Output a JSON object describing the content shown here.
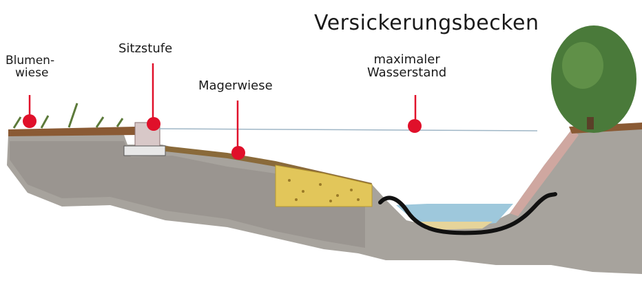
{
  "title": "Versickerungsbecken",
  "labels": {
    "blumenwiese_line1": "Blumen-",
    "blumenwiese_line2": "wiese",
    "sitzstufe": "Sitzstufe",
    "magerwiese": "Magerwiese",
    "wasserstand_line1": "maximaler",
    "wasserstand_line2": "Wasserstand"
  },
  "colors": {
    "marker": "#e0102a",
    "soil": "#a7a39d",
    "water": "#9ec8dc",
    "liner": "#111111",
    "gravel": "#e2c65a",
    "tree": "#4a7a3a",
    "topsoil": "#8a5a34"
  }
}
